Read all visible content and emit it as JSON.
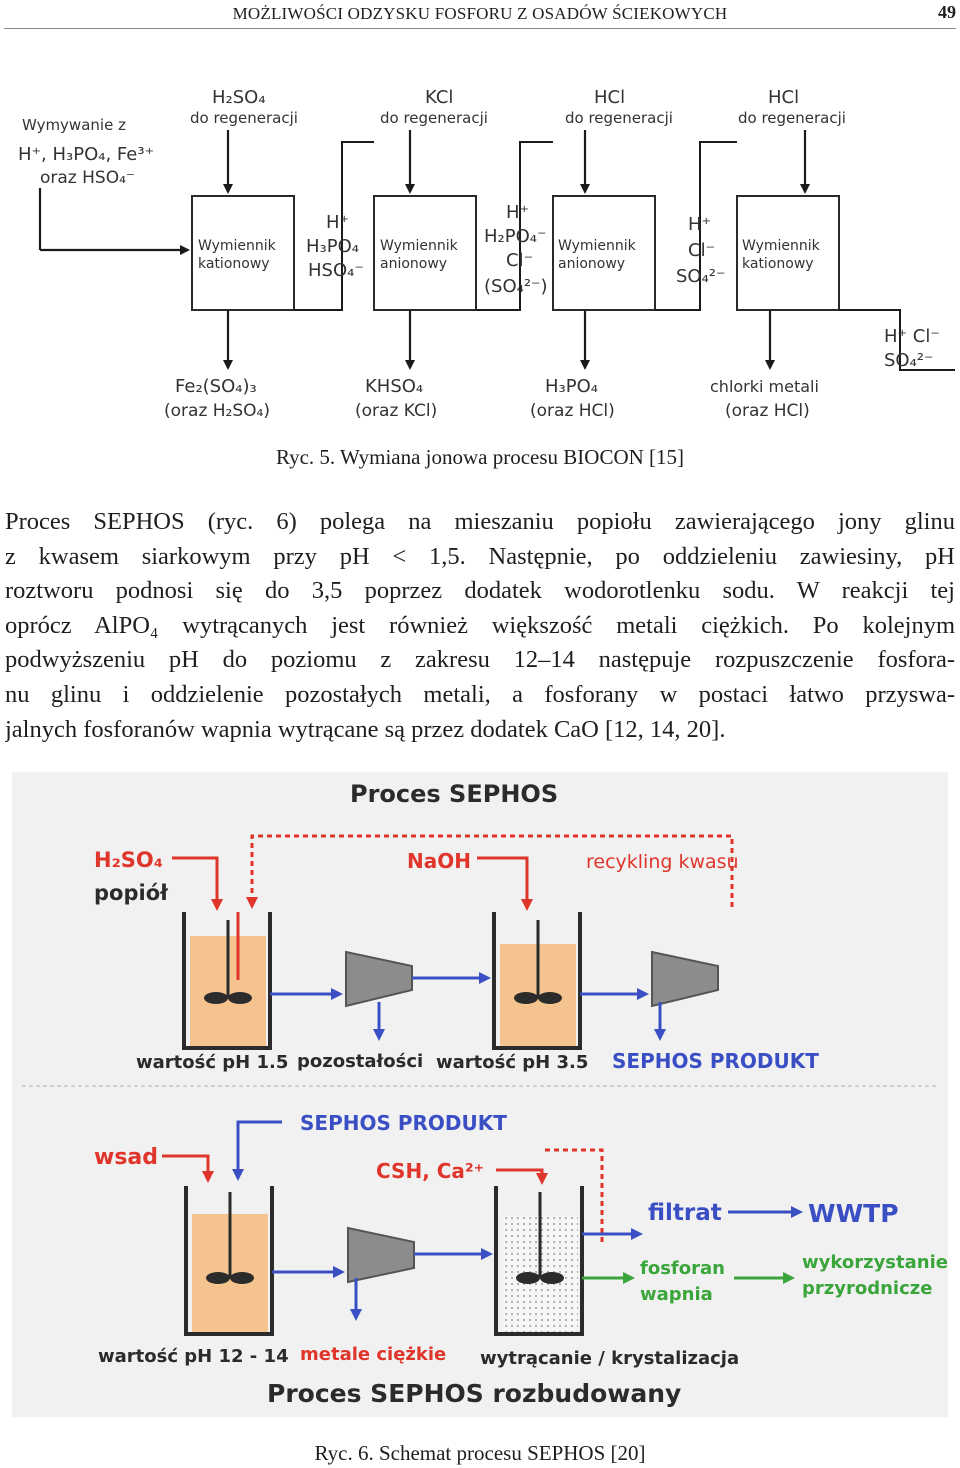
{
  "header": {
    "running_title": "MOŻLIWOŚCI ODZYSKU FOSFORU Z OSADÓW ŚCIEKOWYCH",
    "page_number": "49"
  },
  "figure5": {
    "caption": "Ryc. 5. Wymiana jonowa procesu BIOCON [15]",
    "input": {
      "line1": "Wymywanie z",
      "line2": "H⁺, H₃PO₄, Fe³⁺",
      "line3": "oraz HSO₄⁻"
    },
    "top_labels": [
      {
        "chem": "H₂SO₄",
        "text": "do regeneracji"
      },
      {
        "chem": "KCl",
        "text": "do regeneracji"
      },
      {
        "chem": "HCl",
        "text": "do regeneracji"
      },
      {
        "chem": "HCl",
        "text": "do regeneracji"
      }
    ],
    "exchangers": [
      {
        "line1": "Wymiennik",
        "line2": "kationowy"
      },
      {
        "line1": "Wymiennik",
        "line2": "anionowy"
      },
      {
        "line1": "Wymiennik",
        "line2": "anionowy"
      },
      {
        "line1": "Wymiennik",
        "line2": "kationowy"
      }
    ],
    "intermediate_ions": [
      {
        "l1": "H⁺",
        "l2": "H₃PO₄",
        "l3": "HSO₄⁻",
        "l4": ""
      },
      {
        "l1": "H⁺",
        "l2": "H₂PO₄⁻",
        "l3": "Cl⁻",
        "l4": "(SO₄²⁻)"
      },
      {
        "l1": "H⁺",
        "l2": "Cl⁻",
        "l3": "SO₄²⁻",
        "l4": ""
      }
    ],
    "outlet": {
      "l1": "H⁺ Cl⁻",
      "l2": "SO₄²⁻"
    },
    "bottom_products": [
      {
        "l1": "Fe₂(SO₄)₃",
        "l2": "(oraz H₂SO₄)"
      },
      {
        "l1": "KHSO₄",
        "l2": "(oraz KCl)"
      },
      {
        "l1": "H₃PO₄",
        "l2": "(oraz HCl)"
      },
      {
        "l1": "chlorki metali",
        "l2": "(oraz HCl)"
      }
    ],
    "colors": {
      "arrow": "#1a1a1a",
      "box_border": "#2a2a2a",
      "text": "#333333"
    }
  },
  "body_text": {
    "lines": [
      "Proces SEPHOS (ryc. 6) polega na mieszaniu popiołu zawierającego jony glinu",
      "z kwasem siarkowym przy pH < 1,5. Następnie, po oddzieleniu zawiesiny, pH",
      "roztworu podnosi się do 3,5 poprzez dodatek wodorotlenku sodu. W reakcji tej",
      "oprócz AlPO₄ wytrącanych jest również większość metali ciężkich. Po kolejnym",
      "podwyższeniu pH do poziomu z zakresu 12–14 następuje rozpuszczenie fosfora-",
      "nu glinu i oddzielenie pozostałych metali, a fosforany w postaci łatwo przyswa-",
      "jalnych fosforanów wapnia wytrącane są przez dodatek CaO [12, 14, 20]."
    ]
  },
  "figure6": {
    "caption": "Ryc. 6. Schemat procesu SEPHOS [20]",
    "title_top": "Proces SEPHOS",
    "title_bottom": "Proces SEPHOS rozbudowany",
    "upper": {
      "input1": "H₂SO₄",
      "input2": "popiół",
      "naoh": "NaOH",
      "recycle": "recykling kwasu",
      "ph1": "wartość pH 1.5",
      "residue": "pozostałości",
      "ph2": "wartość pH 3.5",
      "product": "SEPHOS PRODUKT"
    },
    "lower": {
      "product": "SEPHOS PRODUKT",
      "feed": "wsad",
      "csh": "CSH, Ca²⁺",
      "filtrate": "filtrat",
      "wwtp": "WWTP",
      "calcium_phosphate_l1": "fosforan",
      "calcium_phosphate_l2": "wapnia",
      "natural_use_l1": "wykorzystanie",
      "natural_use_l2": "przyrodnicze",
      "ph3": "wartość pH 12 - 14",
      "heavy_metals": "metale ciężkie",
      "precipitation": "wytrącanie / krystalizacja"
    },
    "colors": {
      "red": "#e0352b",
      "blue": "#3b4fc4",
      "green": "#3aa53a",
      "liquid": "#f5c48e",
      "background": "#f1f1f1",
      "separator": "#8c8c8c",
      "dark_text": "#2b2b2b"
    }
  }
}
